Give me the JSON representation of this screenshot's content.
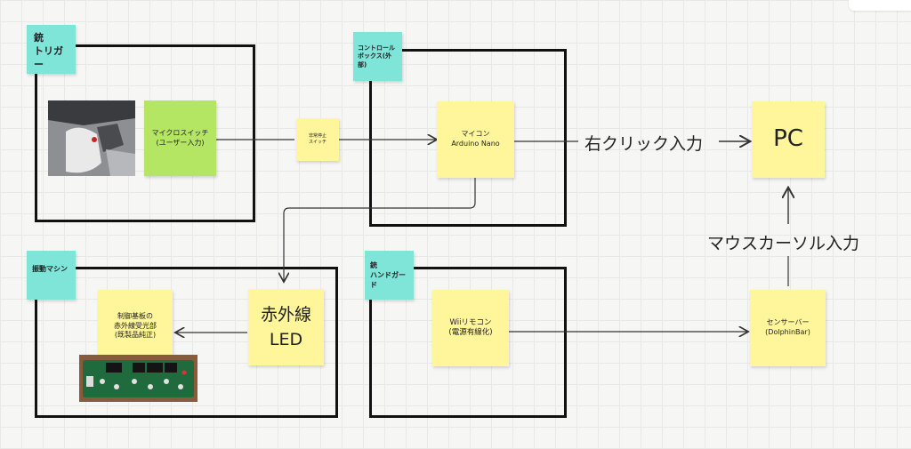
{
  "frames": {
    "trigger": {
      "tag": "銃\nトリガー"
    },
    "control_box": {
      "tag": "コントロール\nボックス(外部)"
    },
    "vibration": {
      "tag": "振動マシン"
    },
    "handguard": {
      "tag": "銃\nハンドガード"
    }
  },
  "notes": {
    "micro_switch": "マイクロスイッチ\n(ユーザー入力)",
    "emergency_stop": "非常停止\nスイッチ",
    "microcontroller": "マイコン\nArduino Nano",
    "pc": "PC",
    "receiver": "制御基板の\n赤外線受光部\n(既製品純正)",
    "ir_led": "赤外線\nLED",
    "wii_remote": "Wiiリモコン\n(電源有線化)",
    "sensor_bar": "センサーバー\n(DolphinBar)"
  },
  "labels": {
    "right_click": "右クリック入力",
    "mouse_cursor": "マウスカーソル入力"
  },
  "colors": {
    "sticky_yellow": "#fff59a",
    "sticky_green": "#b5e663",
    "tag_teal": "#7fe5d9",
    "frame_border": "#111111",
    "connector": "#333333"
  }
}
